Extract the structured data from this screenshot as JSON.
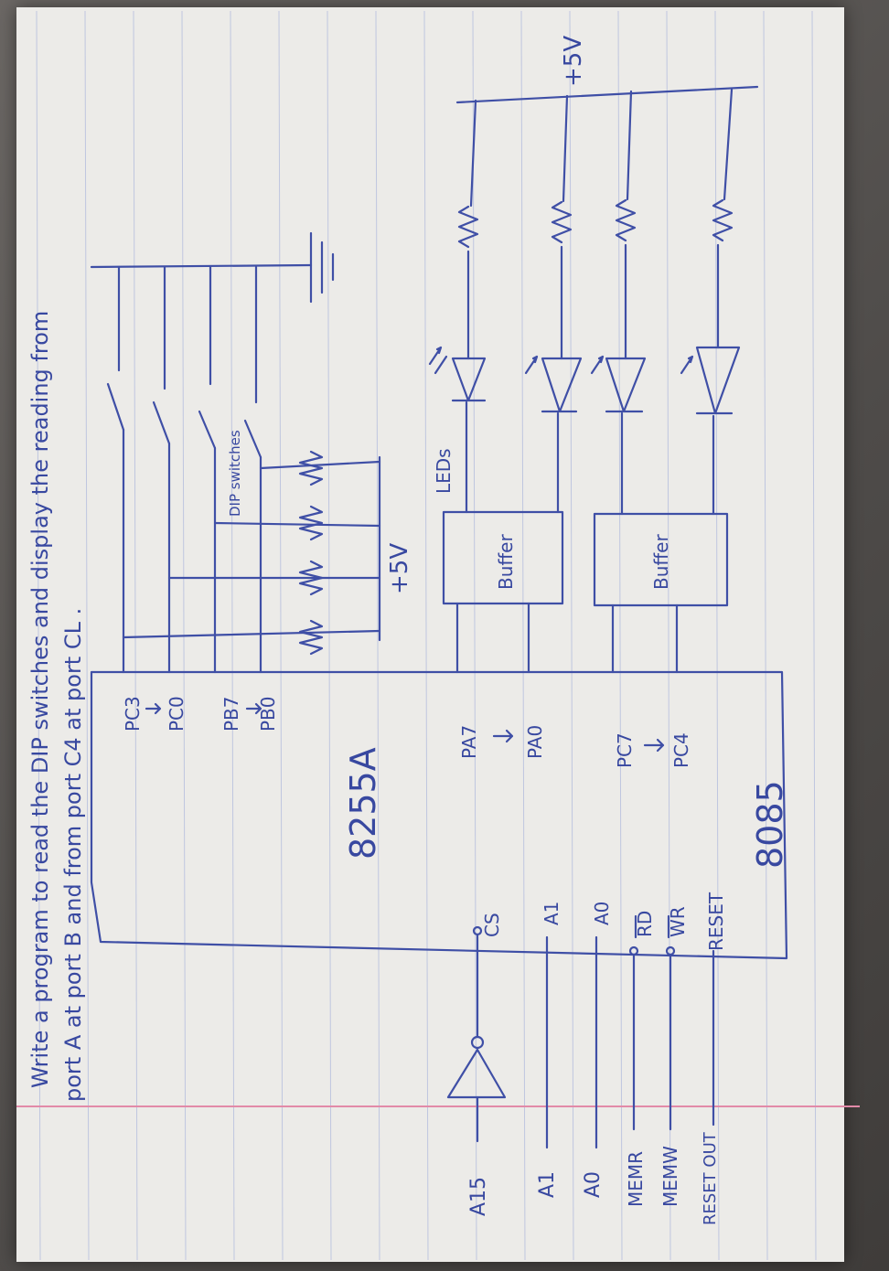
{
  "question": {
    "line1": "Write a program to read the DIP switches and display the reading from",
    "line2": "port A at port B and from port C4 at port CL ."
  },
  "labels": {
    "dip_switches": "DIP switches",
    "leds": "LEDs",
    "plus5v_top": "+5V",
    "plus5v_mid": "+5V",
    "buffer_a": "Buffer",
    "buffer_b": "Buffer",
    "chip_8255": "8255A",
    "chip_8085": "8085",
    "pc3": "PC3",
    "pc0": "PC0",
    "pb7": "PB7",
    "pb0": "PB0",
    "pa7": "PA7",
    "pa0": "PA0",
    "pc7": "PC7",
    "pc4": "PC4",
    "cs": "CS",
    "a1_pin": "A1",
    "a0_pin": "A0",
    "rd": "RD",
    "wr": "WR",
    "reset": "RESET",
    "a15_in": "A15",
    "a1_in": "A1",
    "a0_in": "A0",
    "memr": "MEMR",
    "memw": "MEMW",
    "reset_out": "RESET OUT"
  },
  "colors": {
    "ink": "#3f4fa6",
    "paper": "#ecebe8",
    "margin_line": "#e28aa8",
    "ruled_line": "#bfc6df"
  }
}
